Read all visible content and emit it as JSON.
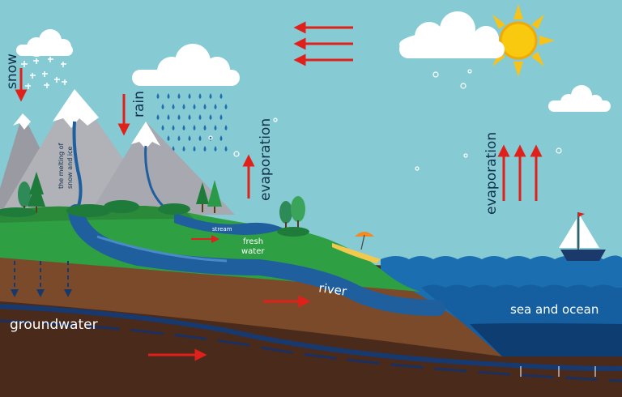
{
  "labels": {
    "snow": "snow",
    "rain": "rain",
    "melting_line1": "the melting of",
    "melting_line2": "snow and ice",
    "evaporation_land": "evaporation",
    "evaporation_sea": "evaporation",
    "stream": "stream",
    "fresh_water_line1": "fresh",
    "fresh_water_line2": "water",
    "river": "river",
    "groundwater": "groundwater",
    "sea_and_ocean": "sea and ocean"
  },
  "colors": {
    "sky": "#86cbd3",
    "arrow": "#e0201b",
    "grass": "#2ea043",
    "river": "#1f5f9e",
    "sea": "#1b6fb0",
    "deep_sea": "#0e3d72",
    "soil": "#7a4a2a",
    "deep_soil": "#4a2a1a",
    "mountain": "#a9a9b0",
    "snowcap": "#ffffff",
    "sun": "#f7c21a"
  },
  "icons": [
    "sun-icon",
    "cloud-icon",
    "snowflake-icon",
    "raindrop-icon",
    "tree-icon",
    "umbrella-icon",
    "sailboat-icon",
    "arrow-icon"
  ]
}
